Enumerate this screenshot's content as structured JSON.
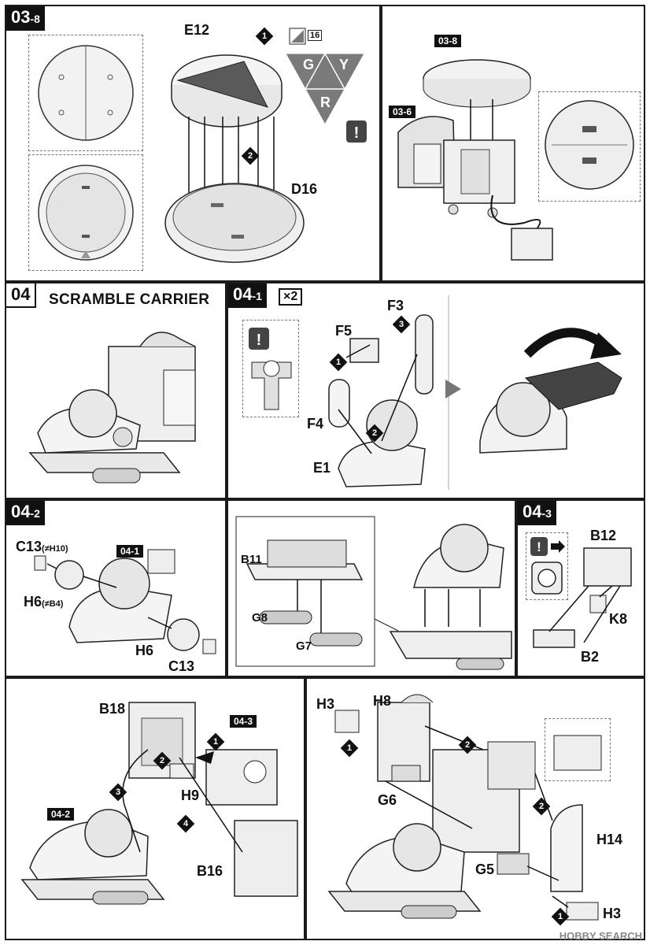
{
  "panels": {
    "p0308": {
      "step": "03",
      "sub": "-8",
      "parts": {
        "top": "E12",
        "base": "D16"
      },
      "tri": {
        "g": "G",
        "y": "Y",
        "r": "R"
      },
      "seal_num": "16",
      "steps": [
        "1",
        "2"
      ]
    },
    "p0308b": {
      "ref1": "03-8",
      "ref2": "03-6"
    },
    "p04": {
      "step": "04",
      "title": "SCRAMBLE CARRIER"
    },
    "p0401": {
      "step": "04",
      "sub": "-1",
      "mult": "×2",
      "parts": {
        "f3": "F3",
        "f5": "F5",
        "f4": "F4",
        "e1": "E1"
      },
      "steps": [
        "1",
        "2",
        "3"
      ]
    },
    "p0402": {
      "step": "04",
      "sub": "-2",
      "ref": "04-1",
      "parts": {
        "c13a": "C13",
        "c13a_note": "(≠H10)",
        "h6a": "H6",
        "h6a_note": "(≠B4)",
        "h6b": "H6",
        "c13b": "C13"
      }
    },
    "p0402b": {
      "parts": {
        "b11": "B11",
        "g8": "G8",
        "g7": "G7"
      }
    },
    "p0403": {
      "step": "04",
      "sub": "-3",
      "parts": {
        "b12": "B12",
        "k8": "K8",
        "b2": "B2"
      }
    },
    "p0404": {
      "ref1": "04-3",
      "ref2": "04-2",
      "parts": {
        "b18": "B18",
        "h9": "H9",
        "b16": "B16"
      },
      "steps": [
        "1",
        "2",
        "3",
        "4"
      ]
    },
    "p0405": {
      "parts": {
        "h3a": "H3",
        "h8": "H8",
        "g6": "G6",
        "g5": "G5",
        "h14": "H14",
        "h3b": "H3"
      },
      "steps": [
        "1",
        "2",
        "2",
        "1"
      ]
    }
  },
  "watermark": "HOBBY SEARCH"
}
